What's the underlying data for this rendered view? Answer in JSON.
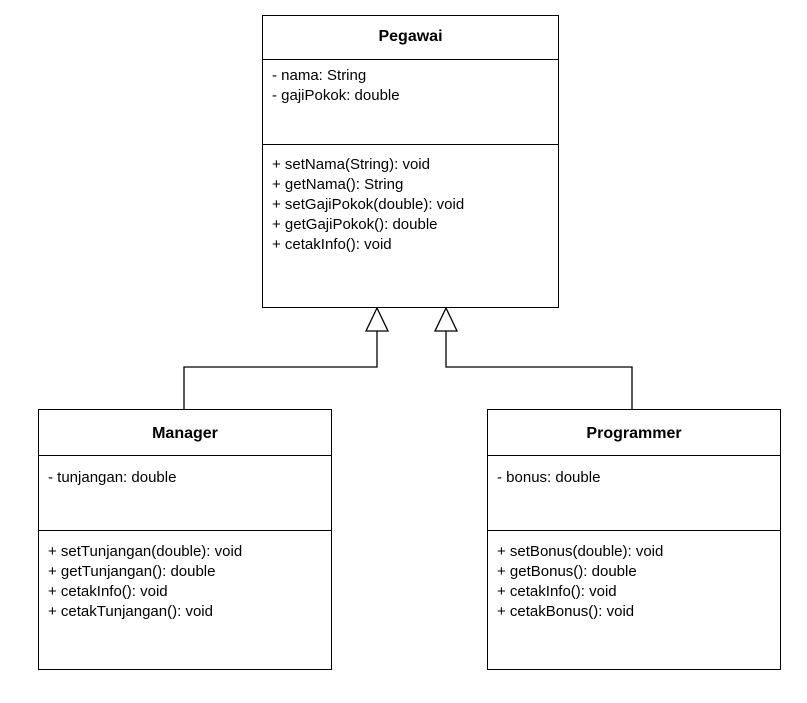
{
  "classes": {
    "pegawai": {
      "name": "Pegawai",
      "attributes": [
        "- nama: String",
        "- gajiPokok: double"
      ],
      "methods": [
        "+ setNama(String): void",
        "+ getNama(): String",
        "+ setGajiPokok(double): void",
        "+ getGajiPokok(): double",
        "+ cetakInfo(): void"
      ]
    },
    "manager": {
      "name": "Manager",
      "attributes": [
        "- tunjangan: double"
      ],
      "methods": [
        "+ setTunjangan(double): void",
        "+ getTunjangan(): double",
        "+ cetakInfo(): void",
        "+ cetakTunjangan(): void"
      ]
    },
    "programmer": {
      "name": "Programmer",
      "attributes": [
        "- bonus: double"
      ],
      "methods": [
        "+ setBonus(double): void",
        "+ getBonus(): double",
        "+ cetakInfo(): void",
        "+ cetakBonus(): void"
      ]
    }
  },
  "relations": [
    {
      "type": "inheritance",
      "from": "Manager",
      "to": "Pegawai"
    },
    {
      "type": "inheritance",
      "from": "Programmer",
      "to": "Pegawai"
    }
  ],
  "colors": {
    "stroke": "#000000",
    "fill": "#ffffff"
  }
}
